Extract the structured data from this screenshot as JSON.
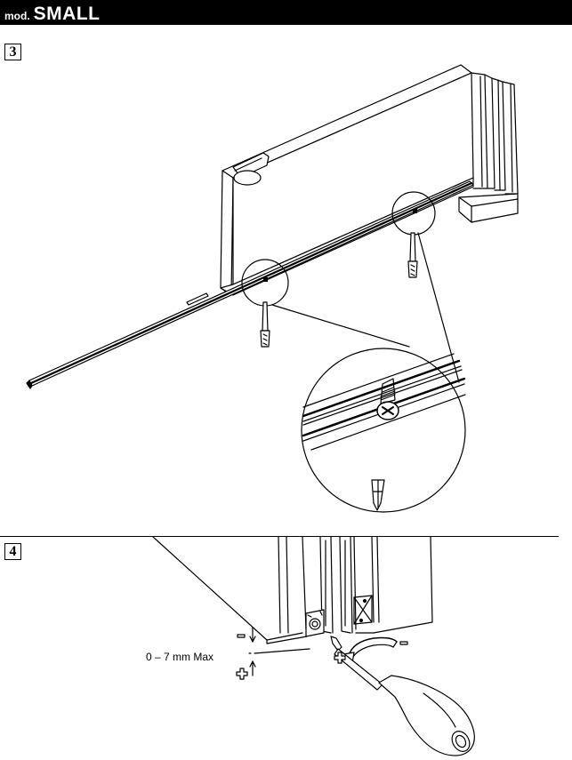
{
  "header": {
    "prefix": "mod.",
    "model": "SMALL"
  },
  "steps": [
    {
      "number": "3"
    },
    {
      "number": "4"
    }
  ],
  "adjustment": {
    "range_label": "0 – 7 mm Max",
    "minus_sign": "–",
    "plus_sign": "+"
  },
  "colors": {
    "header_bg": "#000000",
    "header_text": "#ffffff",
    "line": "#000000"
  }
}
